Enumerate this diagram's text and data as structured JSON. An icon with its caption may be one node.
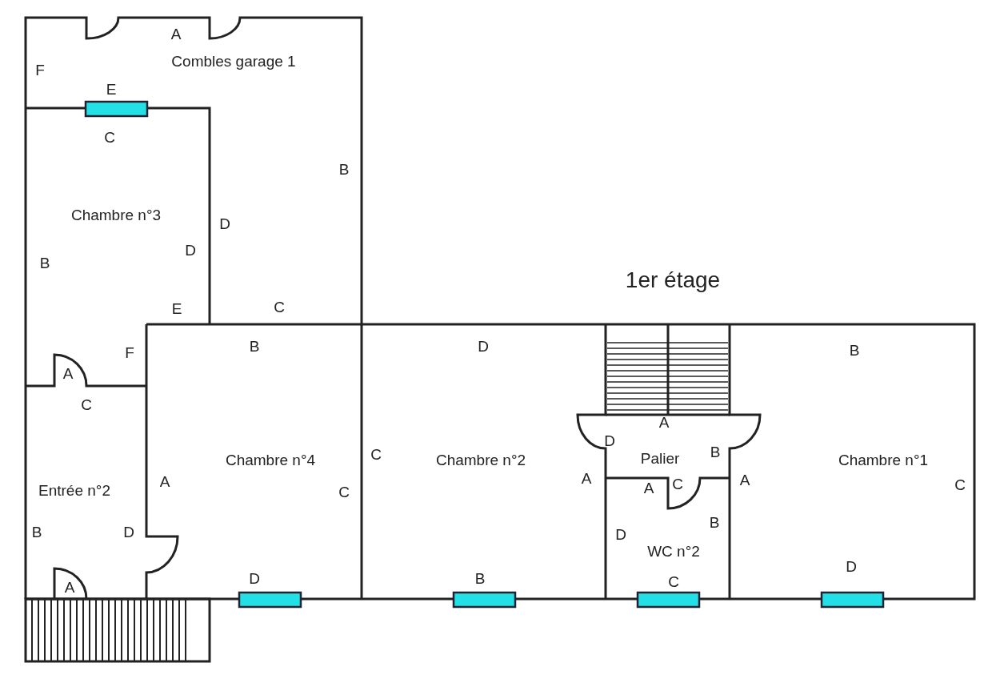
{
  "diagram": {
    "title": "1er étage",
    "labels": [
      "A",
      "Combles garage 1",
      "F",
      "E",
      "C",
      "B",
      "Chambre n°3",
      "D",
      "D",
      "B",
      "E",
      "C",
      "F",
      "B",
      "D",
      "B",
      "A",
      "C",
      "A",
      "D",
      "C",
      "Chambre n°4",
      "Chambre n°2",
      "Palier",
      "B",
      "Chambre n°1",
      "A",
      "A",
      "A",
      "Entrée n°2",
      "A",
      "C",
      "C",
      "C",
      "B",
      "B",
      "D",
      "D",
      "WC n°2",
      "D",
      "A",
      "D",
      "B",
      "C"
    ]
  }
}
